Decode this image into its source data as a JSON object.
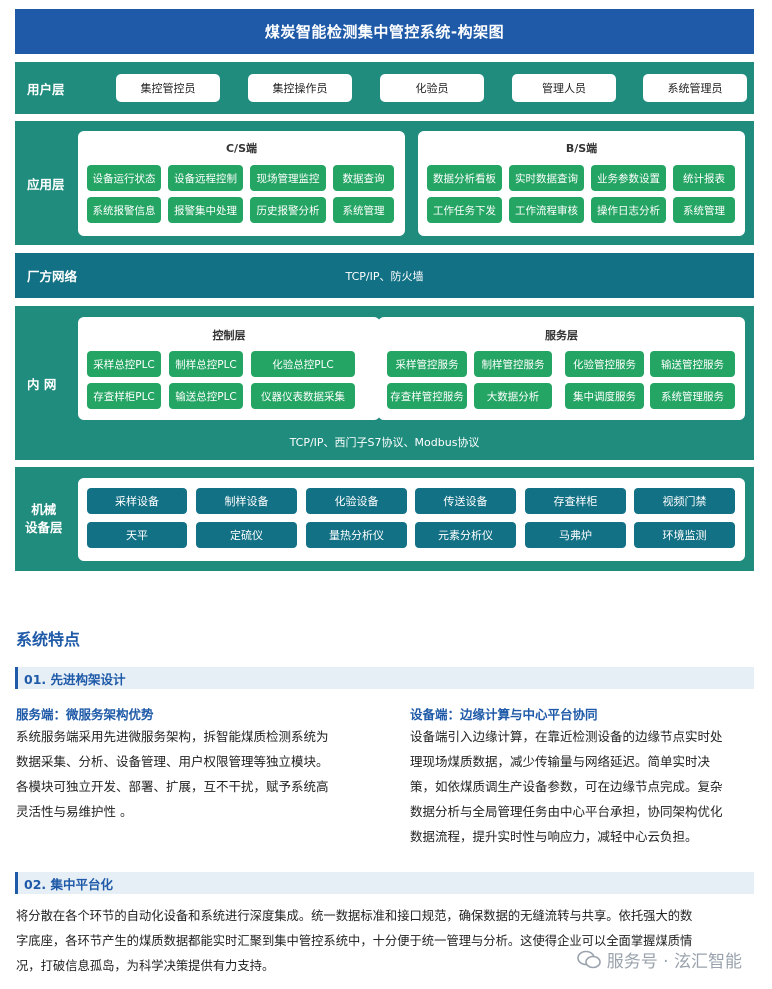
{
  "diagram": {
    "title": "煤炭智能检测集中管控系统-构架图",
    "user_layer": {
      "label": "用户层",
      "roles": [
        "集控管控员",
        "集控操作员",
        "化验员",
        "管理人员",
        "系统管理员"
      ]
    },
    "app_layer": {
      "label": "应用层",
      "cs": {
        "title": "C/S端",
        "row1": [
          "设备运行状态",
          "设备远程控制",
          "现场管理监控",
          "数据查询"
        ],
        "row2": [
          "系统报警信息",
          "报警集中处理",
          "历史报警分析",
          "系统管理"
        ]
      },
      "bs": {
        "title": "B/S端",
        "row1": [
          "数据分析看板",
          "实时数据查询",
          "业务参数设置",
          "统计报表"
        ],
        "row2": [
          "工作任务下发",
          "工作流程审核",
          "操作日志分析",
          "系统管理"
        ]
      }
    },
    "factory_network": {
      "label": "厂方网络",
      "protocol": "TCP/IP、防火墙"
    },
    "intranet": {
      "label": "内 网",
      "control": {
        "title": "控制层",
        "row1": [
          "采样总控PLC",
          "制样总控PLC",
          "化验总控PLC"
        ],
        "row2": [
          "存查样柜PLC",
          "输送总控PLC",
          "仪器仪表数据采集"
        ]
      },
      "service": {
        "title": "服务层",
        "row1": [
          "采样管控服务",
          "制样管控服务",
          "化验管控服务",
          "输送管控服务"
        ],
        "row2": [
          "存查样管控服务",
          "大数据分析",
          "集中调度服务",
          "系统管理服务"
        ]
      },
      "protocol": "TCP/IP、西门子S7协议、Modbus协议"
    },
    "device_layer": {
      "label_line1": "机械",
      "label_line2": "设备层",
      "row1": [
        "采样设备",
        "制样设备",
        "化验设备",
        "传送设备",
        "存查样柜",
        "视频门禁"
      ],
      "row2": [
        "天平",
        "定硫仪",
        "量热分析仪",
        "元素分析仪",
        "马弗炉",
        "环境监测"
      ]
    }
  },
  "features": {
    "heading": "系统特点",
    "s1": {
      "title": "01. 先进构架设计",
      "left_heading": "服务端：微服务架构优势",
      "left_lines": [
        "系统服务端采用先进微服务架构，拆智能煤质检测系统为",
        "数据采集、分析、设备管理、用户权限管理等独立模块。",
        "各模块可独立开发、部署、扩展，互不干扰，赋予系统高",
        "灵活性与易维护性 。"
      ],
      "right_heading": "设备端：边缘计算与中心平台协同",
      "right_lines": [
        "设备端引入边缘计算，在靠近检测设备的边缘节点实时处",
        "理现场煤质数据，减少传输量与网络延迟。简单实时决",
        "策，如依煤质调生产设备参数，可在边缘节点完成。复杂",
        "数据分析与全局管理任务由中心平台承担，协同架构优化",
        "数据流程，提升实时性与响应力，减轻中心云负担。"
      ]
    },
    "s2": {
      "title": "02. 集中平台化",
      "lines": [
        "将分散在各个环节的自动化设备和系统进行深度集成。统一数据标准和接口规范，确保数据的无缝流转与共享。依托强大的数",
        "字底座，各环节产生的煤质数据都能实时汇聚到集中管控系统中，十分便于统一管理与分析。这使得企业可以全面掌握煤质情",
        "况，打破信息孤岛，为科学决策提供有力支持。"
      ]
    }
  },
  "watermark": {
    "text": "服务号 · 泫汇智能"
  }
}
